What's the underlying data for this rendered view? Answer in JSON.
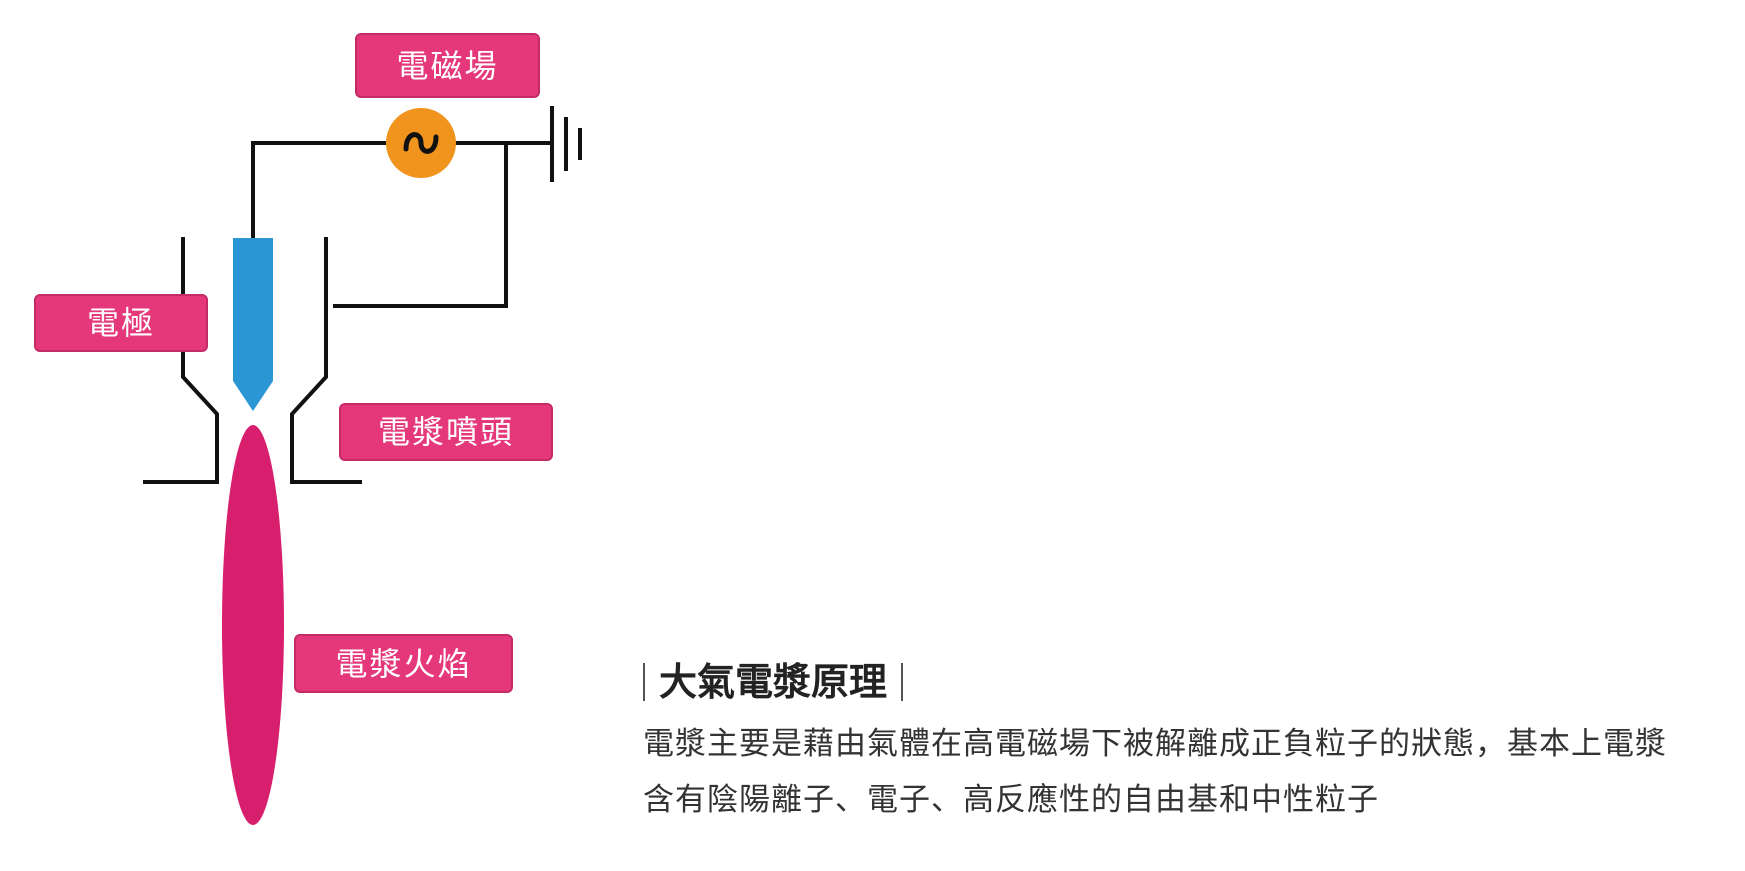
{
  "labels": {
    "field": "電磁場",
    "electrode": "電極",
    "nozzle": "電漿噴頭",
    "flame": "電漿火焰"
  },
  "title": "大氣電漿原理",
  "description": {
    "line1": "電漿主要是藉由氣體在高電磁場下被解離成正負粒子的狀態，基本上電漿",
    "line2": "含有陰陽離子、電子、高反應性的自由基和中性粒子"
  },
  "colors": {
    "label_bg": "#e4387a",
    "electrode": "#2a96d4",
    "flame": "#d81f6e",
    "ac_source": "#f0941e",
    "wire": "#111111"
  },
  "icons": {
    "ac_source": "ac-source-icon",
    "ground": "ground-icon"
  }
}
